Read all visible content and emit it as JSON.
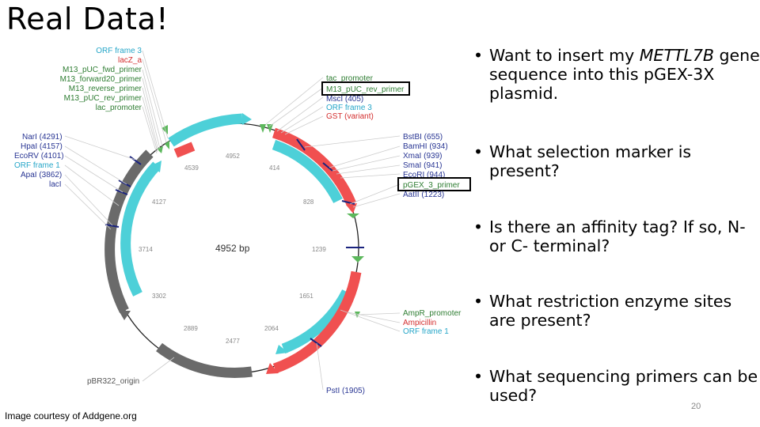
{
  "title": "Real Data!",
  "bullets": [
    "Want to insert my METTL7B gene sequence into this pGEX-3X plasmid.",
    "What selection marker is present?",
    "Is there an affinity tag?  If so, N- or C- terminal?",
    "What restriction enzyme sites are present?",
    "What sequencing primers can be used?"
  ],
  "bullet_italic": "METTL7B",
  "credit": "Image courtesy of Addgene.org",
  "page_number": "20",
  "plasmid": {
    "size_label": "4952 bp",
    "left_labels": [
      "NarI (4291)",
      "HpaI (4157)",
      "EcoRV (4101)",
      "ORF frame 1",
      "ApaI (3862)",
      "lacI"
    ],
    "top_left_labels": [
      "ORF frame 3",
      "lacZ_a",
      "M13_pUC_fwd_primer",
      "M13_forward20_primer",
      "M13_reverse_primer",
      "M13_pUC_rev_primer",
      "lac_promoter"
    ],
    "top_right_labels": [
      "tac_promoter",
      "M13_pUC_rev_primer",
      "MscI (405)",
      "ORF frame 3",
      "GST (variant)"
    ],
    "right_labels": [
      "BstBI (655)",
      "BamHI (934)",
      "XmaI (939)",
      "SmaI (941)",
      "EcoRI (944)",
      "pGEX_3_primer",
      "AatII (1223)"
    ],
    "bottom_right_labels": [
      "AmpR_promoter",
      "Ampicillin",
      "ORF frame 1"
    ],
    "bottom_labels": [
      "pBR322_origin",
      "PstI (1905)"
    ],
    "position_ticks": [
      "4952",
      "414",
      "828",
      "1239",
      "1651",
      "2064",
      "2477",
      "2889",
      "3302",
      "3714",
      "4127",
      "4539"
    ],
    "boxed_labels": [
      "M13_pUC_rev_primer",
      "pGEX_3_primer"
    ],
    "colors": {
      "orf": "#4dd0d8",
      "feature_red": "#f05050",
      "origin_gray": "#6a6a6a",
      "primer_green": "#5cb85c",
      "enzyme_blue": "#1a237e",
      "label_green": "#2e7d32",
      "label_red": "#d32f2f",
      "label_cyan": "#26a6c8",
      "label_navy": "#283593"
    }
  }
}
